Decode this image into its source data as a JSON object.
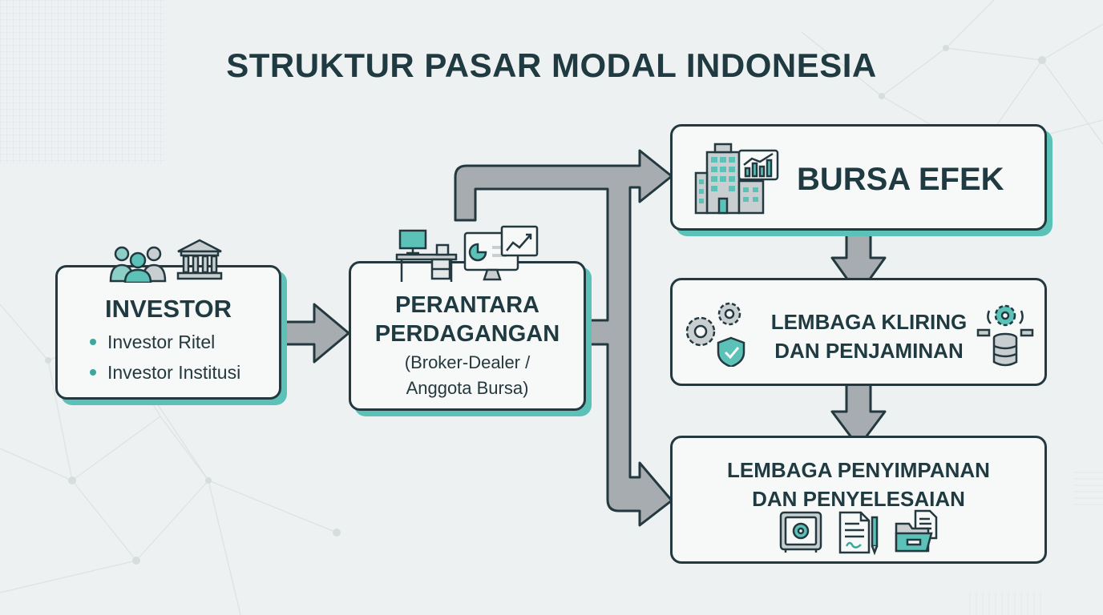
{
  "title": "STRUKTUR PASAR MODAL INDONESIA",
  "investor": {
    "title": "INVESTOR",
    "items": [
      "Investor Ritel",
      "Investor Institusi"
    ],
    "icons": [
      "people-group-icon",
      "bank-building-icon"
    ]
  },
  "perantara": {
    "title_line1": "PERANTARA",
    "title_line2": "PERDAGANGAN",
    "sub_line1": "(Broker-Dealer /",
    "sub_line2": "Anggota Bursa)",
    "icons": [
      "trading-desk-icon",
      "trading-monitor-icon"
    ]
  },
  "bursa": {
    "title": "BURSA EFEK",
    "icons": [
      "office-building-icon",
      "stock-chart-icon"
    ]
  },
  "kliring": {
    "title_line1": "LEMBAGA KLIRING",
    "title_line2": "DAN PENJAMINAN",
    "icons": [
      "gears-shield-icon",
      "database-gear-icon"
    ]
  },
  "penyimpanan": {
    "title_line1": "LEMBAGA PENYIMPANAN",
    "title_line2": "DAN PENYELESAIAN",
    "icons": [
      "vault-safe-icon",
      "document-pen-icon",
      "folder-documents-icon"
    ]
  },
  "colors": {
    "text": "#1f3a40",
    "border": "#23393f",
    "accent": "#5cc2b8",
    "arrow": "#a6acaf",
    "background": "#eef1f2"
  }
}
